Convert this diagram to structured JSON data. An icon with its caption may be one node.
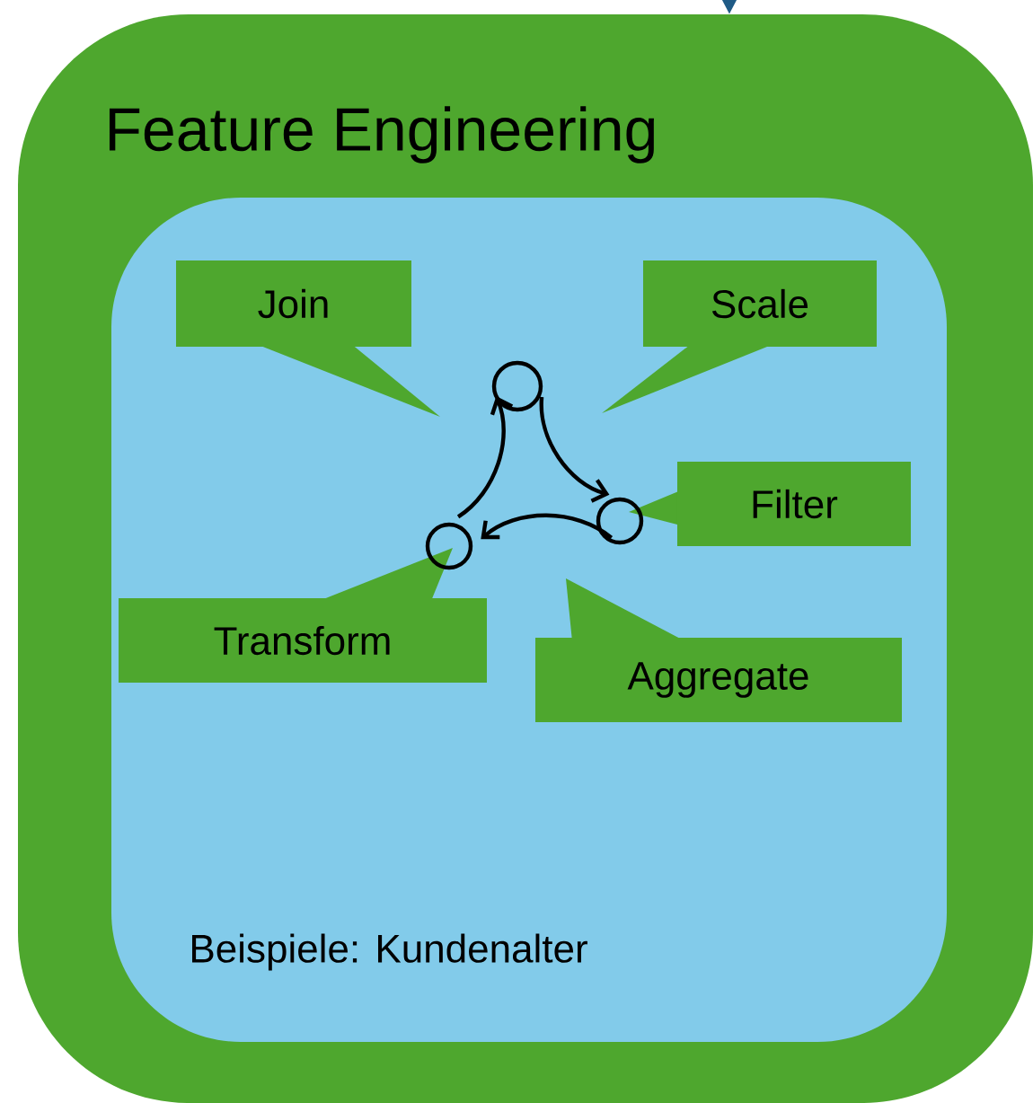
{
  "diagram": {
    "nodes": [
      {
        "text": [
          "Feature Engineering"
        ]
      },
      {
        "text": [
          "Beispiele: Kundenalter"
        ],
        "in": 0
      },
      {
        "text": [
          "Join"
        ],
        "in": 1
      },
      {
        "text": [
          "Scale"
        ],
        "in": 1
      },
      {
        "text": [
          "Filter"
        ],
        "in": 1
      },
      {
        "text": [
          "Transform"
        ],
        "in": 1
      },
      {
        "text": [
          "Aggregate"
        ],
        "in": 1
      },
      {
        "text": [],
        "shape": "circle",
        "in": 1
      },
      {
        "text": [],
        "shape": "circle",
        "in": 1
      },
      {
        "text": [],
        "shape": "circle",
        "in": 1
      }
    ],
    "edges": [
      {
        "from": null,
        "to": 0,
        "arrow": "to",
        "color": "#1f5b86"
      },
      {
        "from": 8,
        "to": 9,
        "arrow": "to"
      },
      {
        "from": 9,
        "to": 7,
        "arrow": "to"
      },
      {
        "from": 7,
        "to": 8,
        "arrow": "to"
      }
    ]
  }
}
